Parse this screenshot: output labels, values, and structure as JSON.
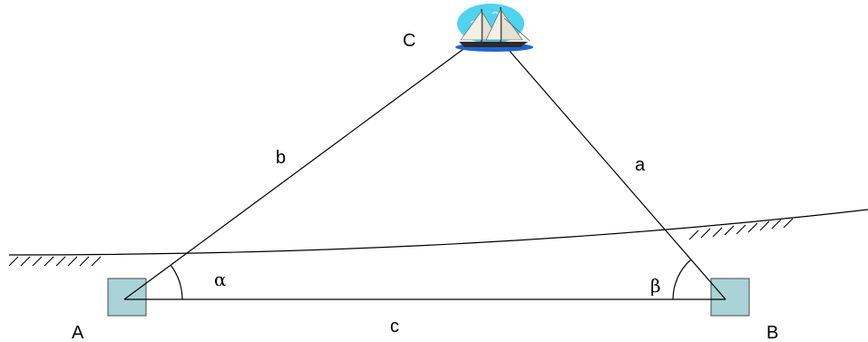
{
  "diagram": {
    "vertices": {
      "A": "A",
      "B": "B",
      "C": "C"
    },
    "sides": {
      "a": "a",
      "b": "b",
      "c": "c"
    },
    "angles": {
      "alpha": "α",
      "beta": "β"
    },
    "ship_icon": "sailing-ship-icon",
    "station_icon": "survey-station-square",
    "colors": {
      "station_fill": "#a9d3d6",
      "sky": "#4fd3ee",
      "water": "#1f66c9"
    }
  }
}
